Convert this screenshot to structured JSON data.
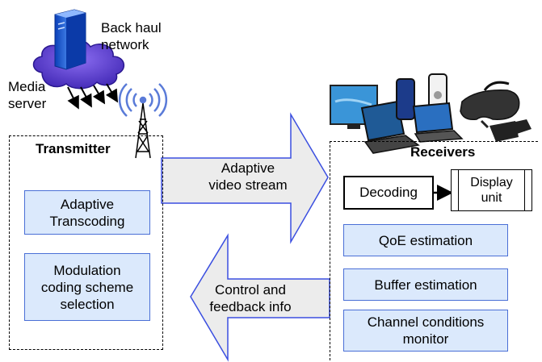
{
  "network": {
    "backhaul_label": "Back haul\nnetwork",
    "media_server_label": "Media\nserver"
  },
  "transmitter": {
    "title": "Transmitter",
    "blocks": [
      "Adaptive\nTranscoding",
      "Modulation\ncoding scheme\nselection"
    ]
  },
  "arrows": {
    "forward_label": "Adaptive\nvideo stream",
    "backward_label": "Control and\nfeedback info"
  },
  "receivers": {
    "title": "Receivers",
    "decoding_label": "Decoding",
    "display_label": "Display\nunit",
    "blocks": [
      "QoE estimation",
      "Buffer estimation",
      "Channel conditions\nmonitor"
    ]
  },
  "colors": {
    "block_fill": "#dbe9fc",
    "block_border": "#4a6fd6",
    "arrow_fill": "#ececec",
    "arrow_stroke": "#3b4fe0",
    "server_blue": "#1f5fd6",
    "cloud_purple": "#5b3fd0"
  },
  "icons": [
    "server-icon",
    "cloud-icon",
    "antenna-tower-icon",
    "signal-waves-icon",
    "monitor-icon",
    "laptop-icon",
    "smartphone-icon",
    "vr-headset-icon",
    "ar-glasses-icon"
  ]
}
